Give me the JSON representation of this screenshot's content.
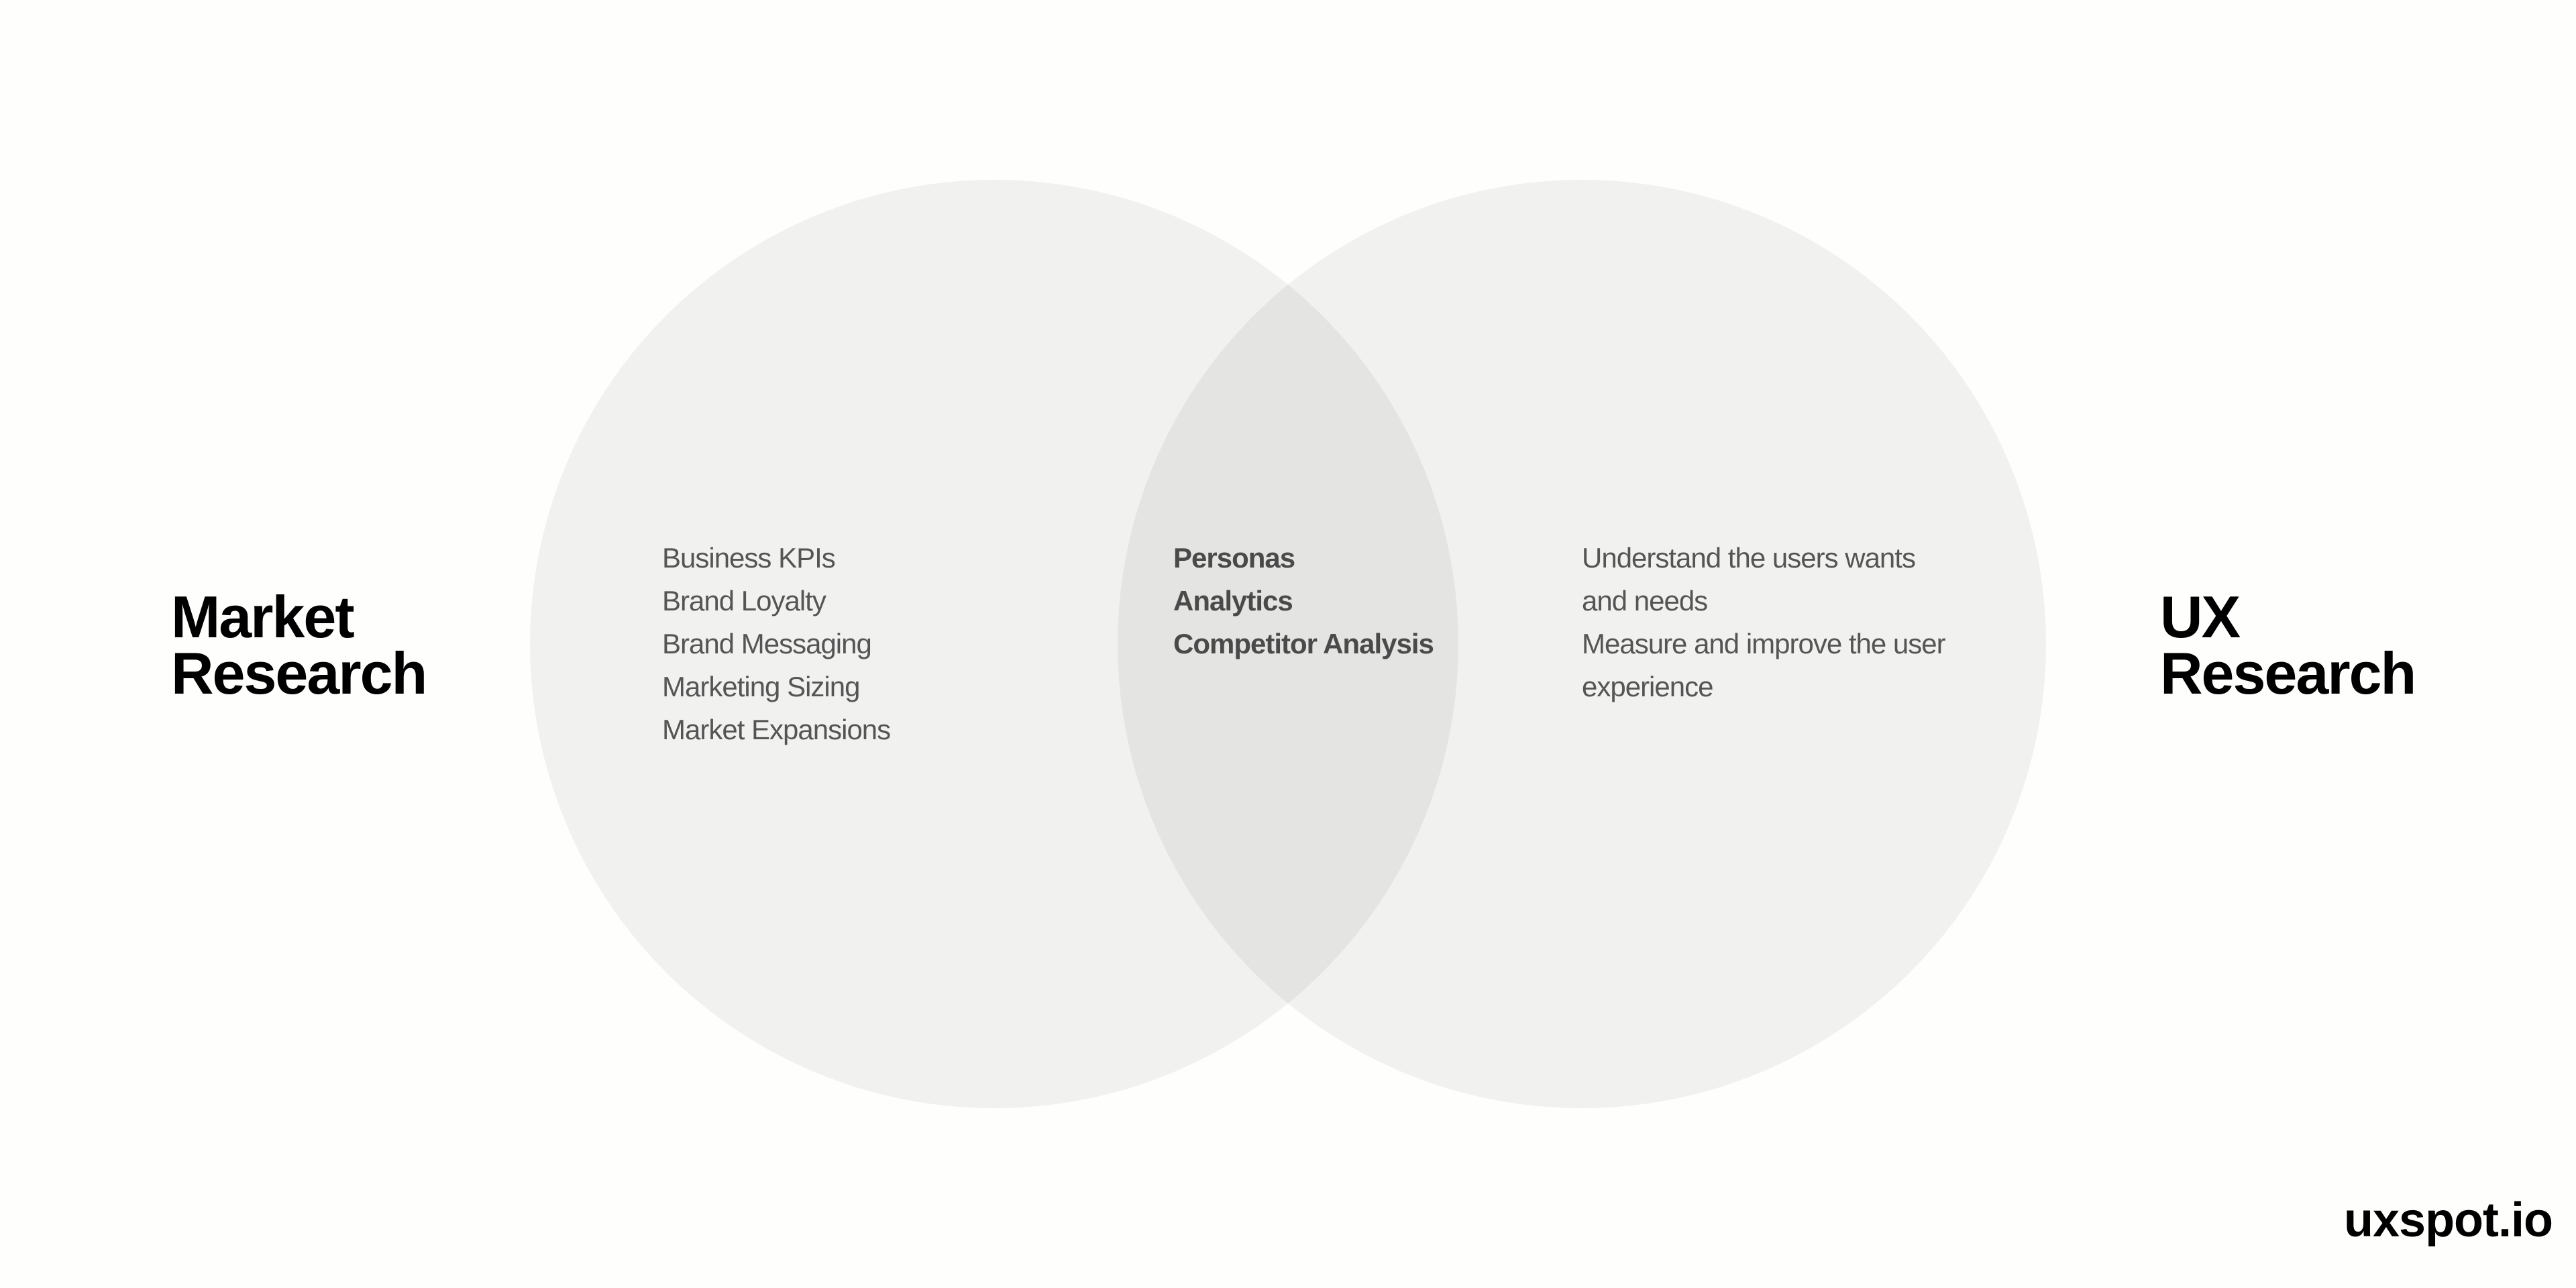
{
  "left": {
    "title_line1": "Market",
    "title_line2": "Research",
    "items": [
      "Business KPIs",
      "Brand Loyalty",
      "Brand Messaging",
      "Marketing Sizing",
      "Market Expansions"
    ]
  },
  "overlap": {
    "items": [
      "Personas",
      "Analytics",
      "Competitor Analysis"
    ]
  },
  "right": {
    "title_line1": "UX",
    "title_line2": "Research",
    "items": [
      "Understand the users wants",
      "and needs",
      "Measure and improve the user",
      "experience"
    ]
  },
  "logo": "uxspot.io",
  "colors": {
    "background": "#fefefc",
    "circle": "#f1f1ef",
    "overlap": "#e8e8e6"
  }
}
